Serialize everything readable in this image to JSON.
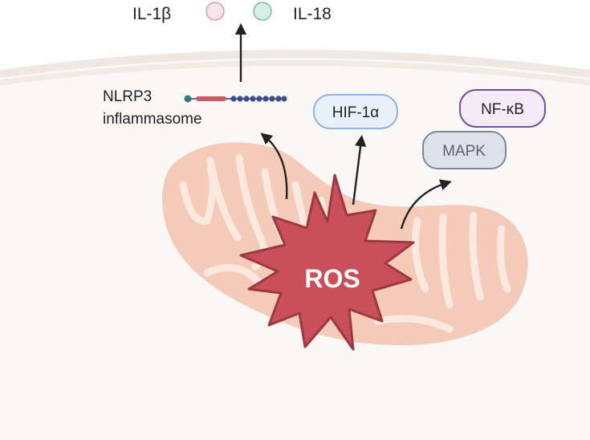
{
  "cytokines": {
    "il1b_label": "IL-1β",
    "il18_label": "IL-18",
    "il1b_color": "#f9e4ea",
    "il18_color": "#d6efe6"
  },
  "nlrp3": {
    "line1": "NLRP3",
    "line2": "inflammasome"
  },
  "signals": {
    "hif_label": "HIF-1α",
    "nfkb_label": "NF-κB",
    "mapk_label": "MAPK"
  },
  "ros": {
    "label": "ROS",
    "color": "#c9505a"
  },
  "colors": {
    "membrane": "#f1ebe6",
    "cytoplasm": "#faf8f6",
    "mitochondria": "#f3cbb8",
    "hif_fill": "#e7f0fb",
    "hif_stroke": "#8fb2de",
    "nfkb_fill": "#f3ecf8",
    "nfkb_stroke": "#7a4c9e",
    "mapk_fill": "#dde1ea",
    "mapk_stroke": "#7e8799"
  }
}
